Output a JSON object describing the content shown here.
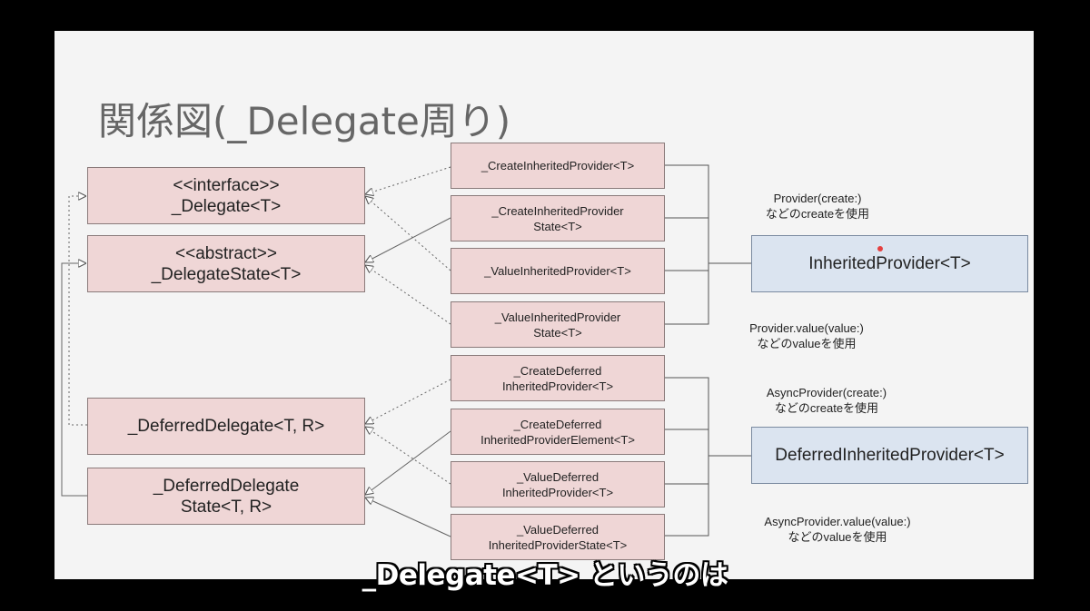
{
  "title": "関係図(_Delegate周り)",
  "left_boxes": [
    {
      "line1": "<<interface>>",
      "line2": "_Delegate<T>"
    },
    {
      "line1": "<<abstract>>",
      "line2": "_DelegateState<T>"
    },
    {
      "line1": "_DeferredDelegate<T, R>",
      "line2": ""
    },
    {
      "line1": "_DeferredDelegate",
      "line2": "State<T, R>"
    }
  ],
  "middle_boxes": [
    {
      "line1": "_CreateInheritedProvider<T>",
      "line2": ""
    },
    {
      "line1": "_CreateInheritedProvider",
      "line2": "State<T>"
    },
    {
      "line1": "_ValueInheritedProvider<T>",
      "line2": ""
    },
    {
      "line1": "_ValueInheritedProvider",
      "line2": "State<T>"
    },
    {
      "line1": "_CreateDeferred",
      "line2": "InheritedProvider<T>"
    },
    {
      "line1": "_CreateDeferred",
      "line2": "InheritedProviderElement<T>"
    },
    {
      "line1": "_ValueDeferred",
      "line2": "InheritedProvider<T>"
    },
    {
      "line1": "_ValueDeferred",
      "line2": "InheritedProviderState<T>"
    }
  ],
  "right_boxes": [
    {
      "label": "InheritedProvider<T>"
    },
    {
      "label": "DeferredInheritedProvider<T>"
    }
  ],
  "notes": [
    {
      "line1": "Provider(create:)",
      "line2": "などのcreateを使用"
    },
    {
      "line1": "Provider.value(value:)",
      "line2": "などのvalueを使用"
    },
    {
      "line1": "AsyncProvider(create:)",
      "line2": "などのcreateを使用"
    },
    {
      "line1": "AsyncProvider.value(value:)",
      "line2": "などのvalueを使用"
    }
  ],
  "subtitle": "_Delegate<T> というのは",
  "colors": {
    "class_box": "#efd6d6",
    "provider_box": "#dbe4f0",
    "slide": "#f4f4f4",
    "line": "#555555"
  }
}
